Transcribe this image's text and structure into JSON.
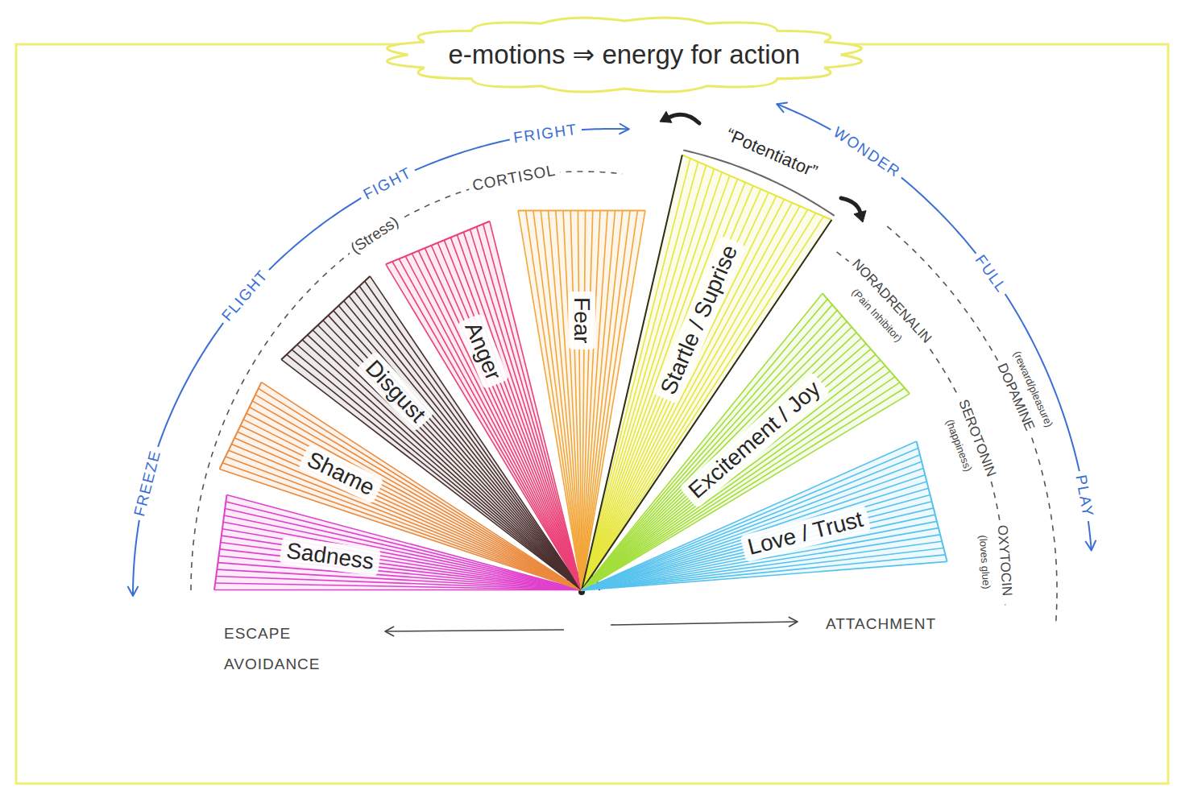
{
  "diagram": {
    "title": "e-motions ⇒ energy for action",
    "nodes": [
      {
        "text": [
          "Sadness"
        ]
      },
      {
        "text": [
          "Shame"
        ]
      },
      {
        "text": [
          "Disgust"
        ]
      },
      {
        "text": [
          "Anger"
        ]
      },
      {
        "text": [
          "Fear"
        ]
      },
      {
        "text": [
          "Startle / Suprise"
        ]
      },
      {
        "text": [
          "Excitement / Joy"
        ]
      },
      {
        "text": [
          "Love / Trust"
        ]
      }
    ],
    "labels": [
      "FREEZE",
      "FLIGHT",
      "FIGHT",
      "FRIGHT",
      "WONDER",
      "FULL",
      "PLAY",
      "(Stress)",
      "CORTISOL",
      "“Potentiator”",
      "NORADRENALIN",
      "(Pain Inhibitor)",
      "DOPAMINE",
      "(reward/pleasure)",
      "SEROTONIN",
      "(happiness)",
      "OXYTOCIN",
      "(loves glue)",
      "ESCAPE AVOIDANCE",
      "ATTACHMENT"
    ]
  }
}
